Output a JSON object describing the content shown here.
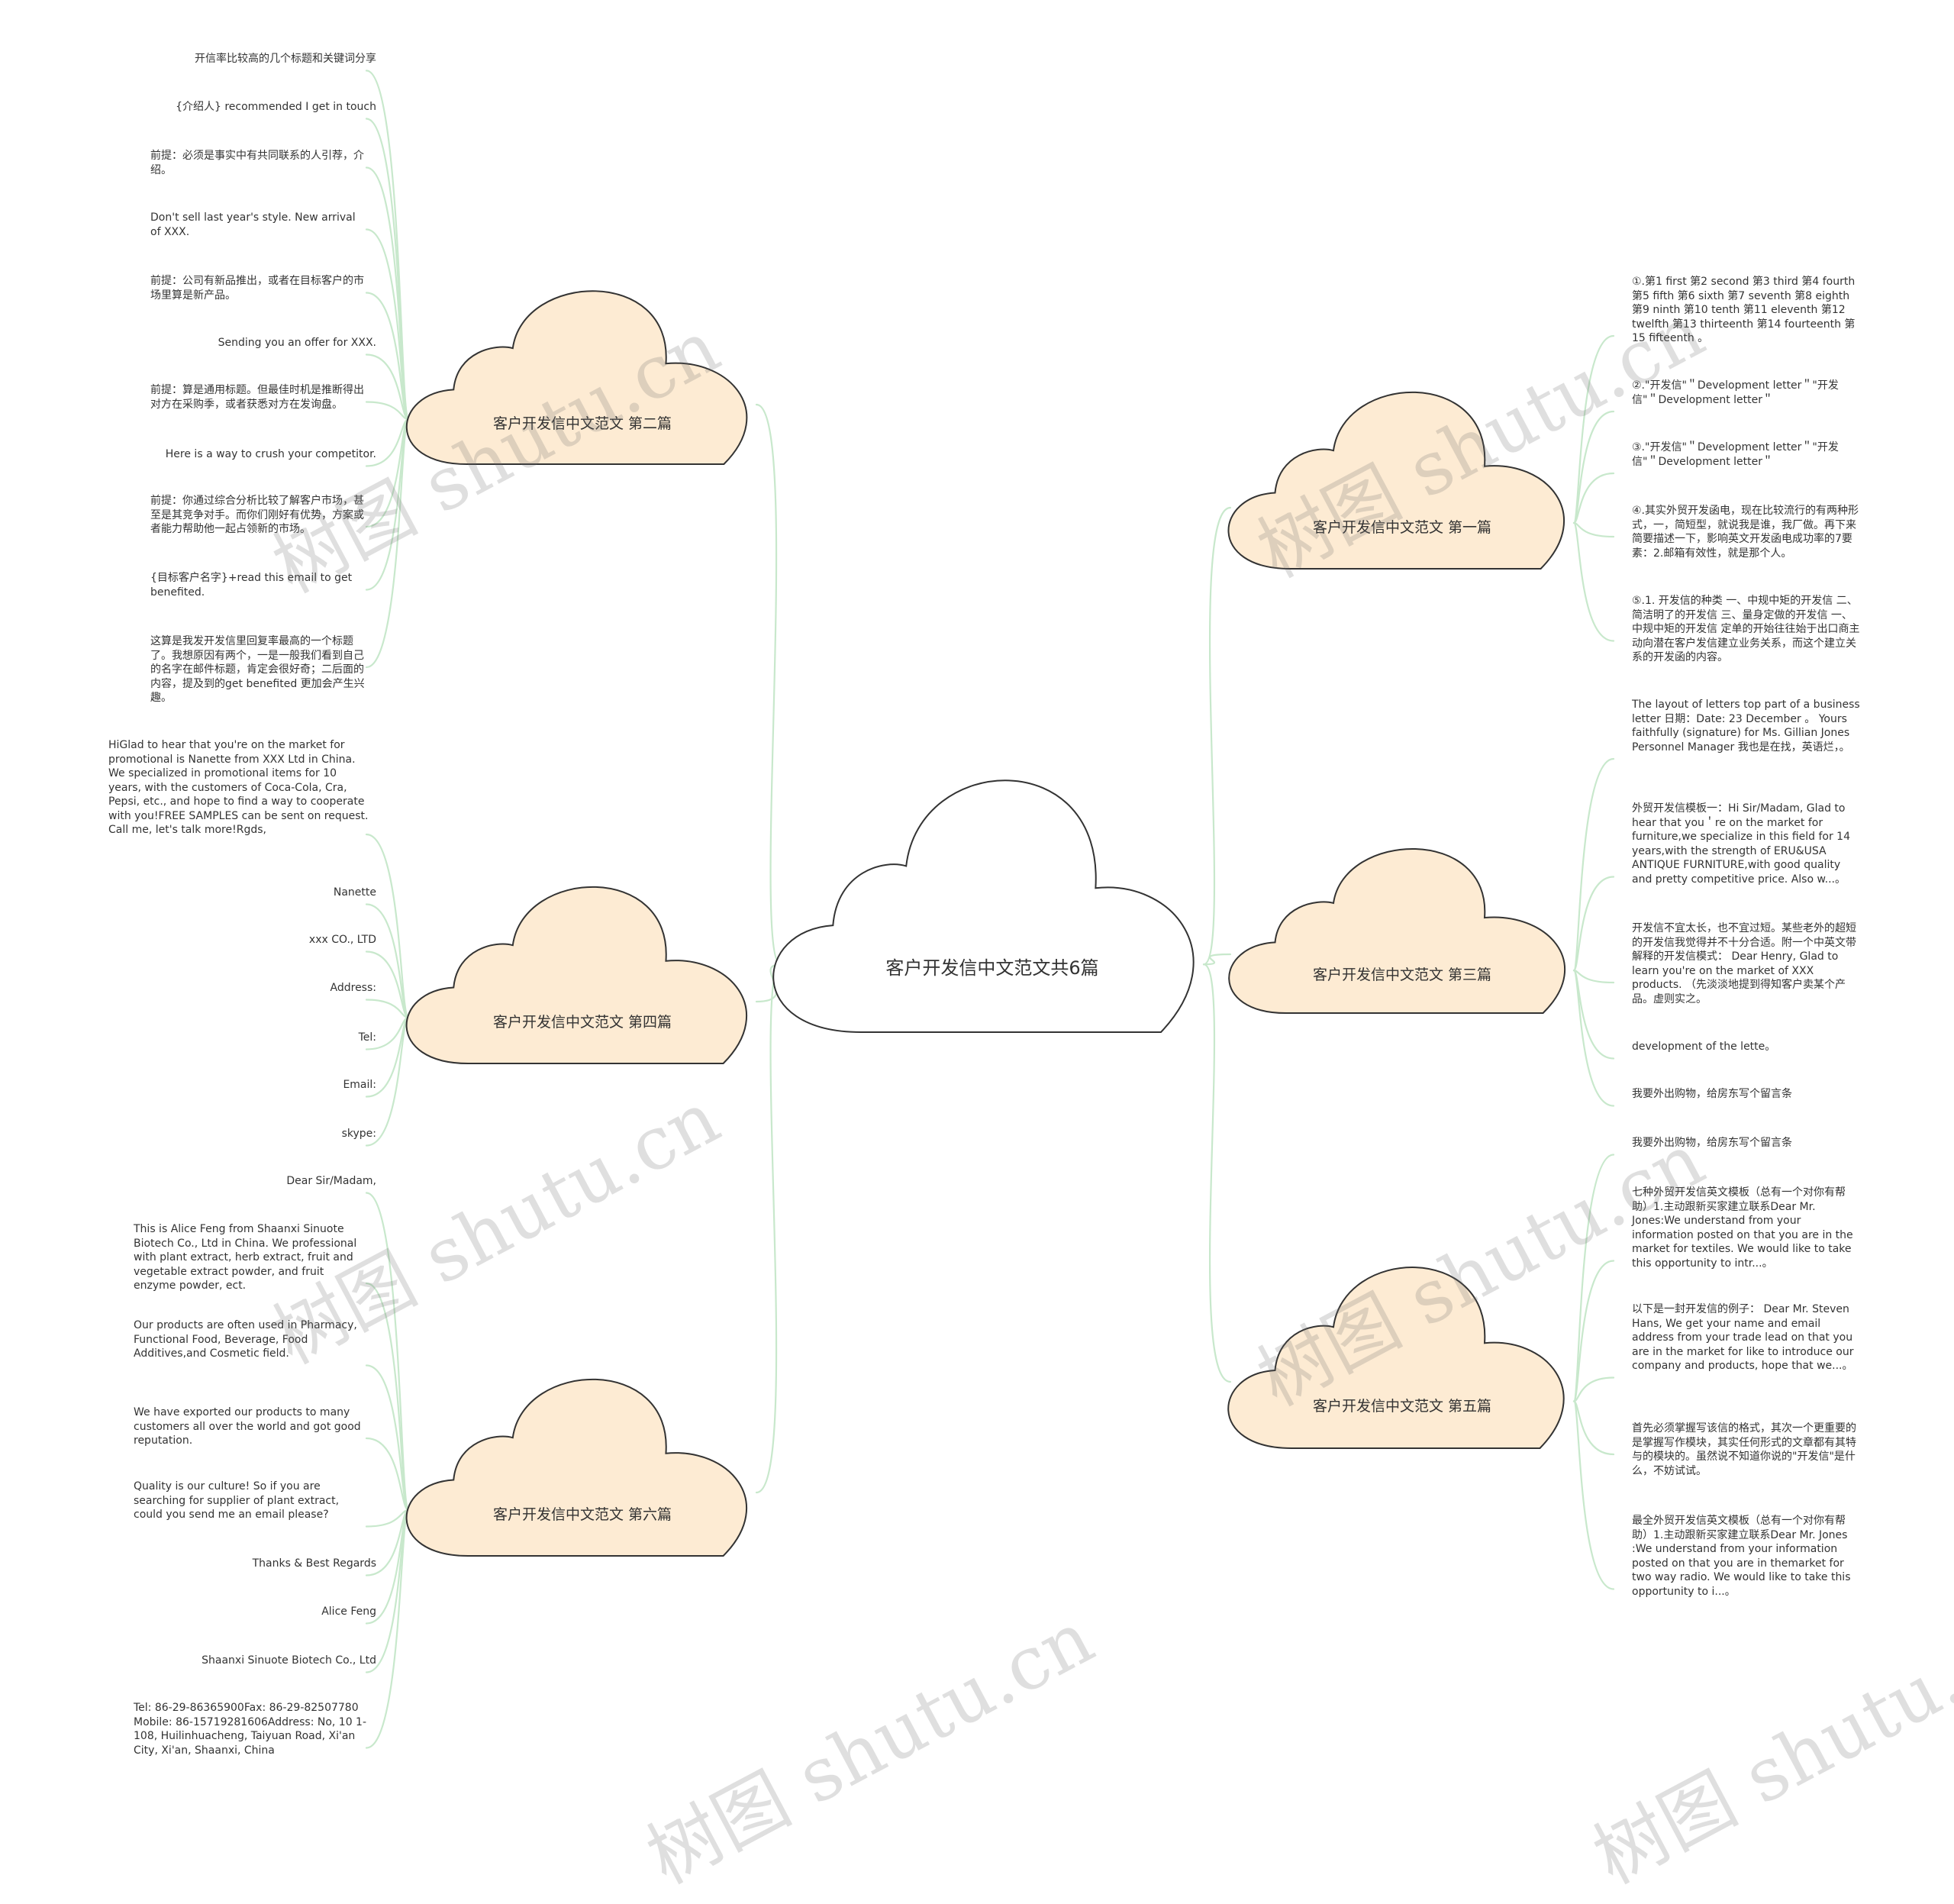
{
  "center": {
    "label": "客户开发信中文范文共6篇"
  },
  "branches": [
    {
      "id": "b1",
      "label": "客户开发信中文范文 第一篇",
      "side": "right",
      "leaves": [
        "①.第1 first 第2 second 第3 third 第4 fourth 第5 fifth 第6 sixth 第7 seventh 第8 eighth 第9 ninth 第10 tenth 第11 eleventh 第12 twelfth 第13 thirteenth 第14 fourteenth 第15 fifteenth 。",
        "②.\"开发信\"＂Development letter＂\"开发信\"＂Development letter＂",
        "③.\"开发信\"＂Development letter＂\"开发信\"＂Development letter＂",
        "④.其实外贸开发函电，现在比较流行的有两种形式，一，简短型，就说我是谁，我厂做。再下来简要描述一下，影响英文开发函电成功率的7要素：2.邮箱有效性，就是那个人。",
        "⑤.1. 开发信的种类 一、中规中矩的开发信 二、简洁明了的开发信 三、量身定做的开发信 一、中规中矩的开发信 定单的开始往往始于出口商主动向潜在客户发信建立业务关系，而这个建立关系的开发函的内容。"
      ]
    },
    {
      "id": "b3",
      "label": "客户开发信中文范文 第三篇",
      "side": "right",
      "leaves": [
        "The layout of letters  top part of a business letter 日期：Date: 23 December 。 Yours faithfully (signature) for Ms. Gillian Jones Personnel Manager 我也是在找，英语烂，。",
        "外贸开发信模板一：Hi Sir/Madam, Glad to hear that you＇re on the market for furniture,we specialize in this field for 14 years,with the strength of ERU&USA ANTIQUE FURNITURE,with good quality and pretty competitive price. Also w...。",
        "开发信不宜太长，也不宜过短。某些老外的超短的开发信我觉得并不十分合适。附一个中英文带解释的开发信模式：  Dear Henry, Glad to learn you're on the market of XXX products. （先淡淡地提到得知客户卖某个产品。虚则实之。",
        "development of the lette。",
        "我要外出购物，给房东写个留言条"
      ]
    },
    {
      "id": "b5",
      "label": "客户开发信中文范文 第五篇",
      "side": "right",
      "leaves": [
        "我要外出购物，给房东写个留言条",
        "七种外贸开发信英文模板（总有一个对你有帮助）1.主动跟新买家建立联系Dear Mr. Jones:We understand from your information posted on  that you are in the market for textiles. We would like to take this opportunity to intr...。",
        "以下是一封开发信的例子：  Dear Mr. Steven  Hans, We get your name and email address from your trade lead on  that you are in the market for  like to introduce our company and products, hope that we...。",
        "首先必须掌握写该信的格式，其次一个更重要的是掌握写作模块，其实任何形式的文章都有其特与的模块的。虽然说不知道你说的\"开发信\"是什么，不妨试试。",
        "最全外贸开发信英文模板（总有一个对你有帮助）1.主动跟新买家建立联系Dear Mr. Jones :We understand from your information posted on  that you are in themarket for two way radio. We would like to take this opportunity to i...。"
      ]
    },
    {
      "id": "b2",
      "label": "客户开发信中文范文 第二篇",
      "side": "left",
      "leaves": [
        "开信率比较高的几个标题和关键词分享",
        "{介绍人} recommended I get in touch",
        "前提：必须是事实中有共同联系的人引荐，介绍。",
        "Don't sell last year's style. New arrival of XXX.",
        "前提：公司有新品推出，或者在目标客户的市场里算是新产品。",
        "Sending you an offer for XXX.",
        "前提：算是通用标题。但最佳时机是推断得出对方在采购季，或者获悉对方在发询盘。",
        "Here is a way to crush your competitor.",
        "前提：你通过综合分析比较了解客户市场，甚至是其竞争对手。而你们刚好有优势，方案或者能力帮助他一起占领新的市场。",
        "{目标客户名字}+read this email to get benefited.",
        "这算是我发开发信里回复率最高的一个标题了。我想原因有两个，一是一般我们看到自己的名字在邮件标题，肯定会很好奇；二后面的内容，提及到的get benefited 更加会产生兴趣。"
      ]
    },
    {
      "id": "b4",
      "label": "客户开发信中文范文 第四篇",
      "side": "left",
      "leaves": [
        " HiGlad to hear that you're on the market for promotional  is Nanette from XXX Ltd in China. We specialized in promotional items for 10 years, with the customers of Coca-Cola, Cra, Pepsi, etc., and hope to find a way to cooperate with you!FREE SAMPLES can be sent on request. Call me, let's talk more!Rgds,",
        "Nanette",
        "xxx CO., LTD",
        "Address:",
        "Tel:",
        "Email:",
        "skype:"
      ]
    },
    {
      "id": "b6",
      "label": "客户开发信中文范文 第六篇",
      "side": "left",
      "leaves": [
        "Dear Sir/Madam,",
        " This is Alice Feng from Shaanxi Sinuote Biotech Co., Ltd in China. We professional  with plant extract, herb extract, fruit and vegetable extract powder, and fruit enzyme powder, ect.",
        "Our products are often used in Pharmacy,  Functional Food, Beverage, Food Additives,and Cosmetic field.",
        "We have exported our products to many customers all over the world and got good reputation.",
        "Quality is our culture! So if you are searching for supplier of plant extract, could you send me an email please?",
        "Thanks & Best Regards",
        "Alice Feng",
        "Shaanxi Sinuote Biotech Co., Ltd",
        "Tel: 86-29-86365900Fax: 86-29-82507780 Mobile: 86-15719281606Address: No, 10 1-108, Huilinhuacheng, Taiyuan Road, Xi'an City, Xi'an, Shaanxi, China"
      ]
    }
  ],
  "watermark": "树图 shutu.cn"
}
